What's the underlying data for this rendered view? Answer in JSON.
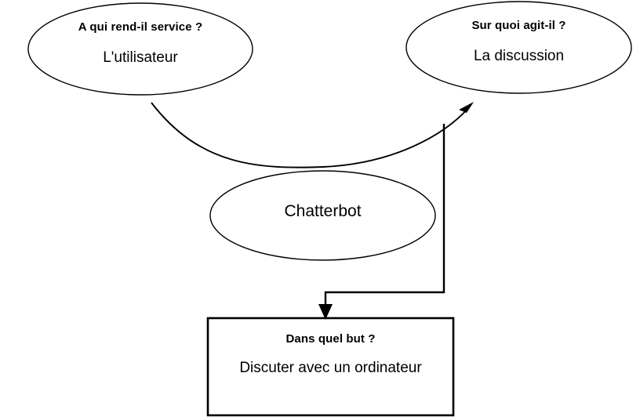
{
  "diagram": {
    "nodes": [
      {
        "id": "user",
        "shape": "ellipse",
        "title": "A qui rend-il service ?",
        "value": "L'utilisateur"
      },
      {
        "id": "target",
        "shape": "ellipse",
        "title": "Sur quoi agit-il ?",
        "value": "La discussion"
      },
      {
        "id": "agent",
        "shape": "ellipse",
        "label": "Chatterbot"
      },
      {
        "id": "goal",
        "shape": "rectangle",
        "title": "Dans quel but ?",
        "value": "Discuter avec un ordinateur"
      }
    ],
    "connectors": [
      {
        "id": "user-to-target",
        "from": "user",
        "to": "target",
        "style": "curved",
        "arrowhead": "target-end"
      },
      {
        "id": "target-to-goal",
        "from": "target",
        "to": "goal",
        "style": "elbow",
        "arrowhead": "target-end"
      }
    ],
    "colors": {
      "stroke": "#000000",
      "fill": "#ffffff",
      "text": "#000000"
    }
  }
}
